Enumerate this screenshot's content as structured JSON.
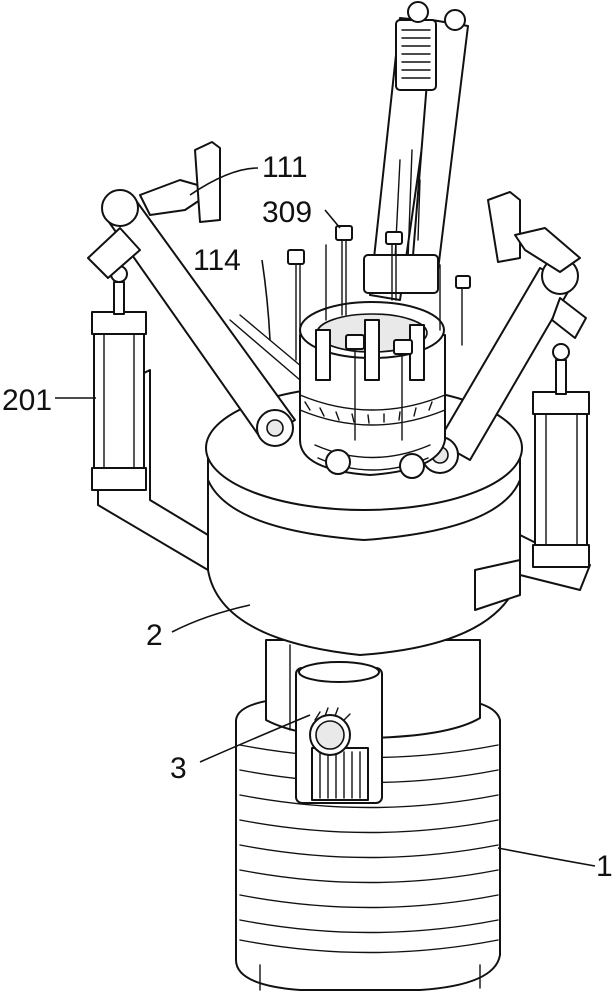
{
  "callouts": {
    "c111": "111",
    "c309": "309",
    "c114": "114",
    "c201": "201",
    "c2": "2",
    "c3": "3",
    "c1": "1"
  }
}
